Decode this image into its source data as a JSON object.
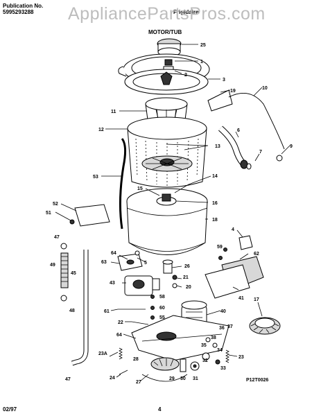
{
  "header": {
    "publication_label": "Publication No.",
    "publication_number": "5995293288",
    "brand": "Frigidaire",
    "section_title": "MOTOR/TUB"
  },
  "watermark": "AppliancePartsPros.com",
  "footer": {
    "date": "02/97",
    "page": "4",
    "drawing_code": "P12T0026"
  },
  "callouts": [
    "25",
    "1",
    "2",
    "3",
    "19",
    "10",
    "11",
    "12",
    "6",
    "7",
    "9",
    "13",
    "53",
    "14",
    "15",
    "16",
    "18",
    "52",
    "51",
    "47",
    "4",
    "62",
    "64",
    "59",
    "63",
    "49",
    "45",
    "26",
    "43",
    "21",
    "20",
    "58",
    "60",
    "55",
    "61",
    "41",
    "17",
    "22",
    "40",
    "36",
    "37",
    "38",
    "64",
    "34",
    "35",
    "23",
    "23A",
    "28",
    "32",
    "33",
    "24",
    "27",
    "29",
    "30",
    "31",
    "48",
    "47",
    "5"
  ]
}
